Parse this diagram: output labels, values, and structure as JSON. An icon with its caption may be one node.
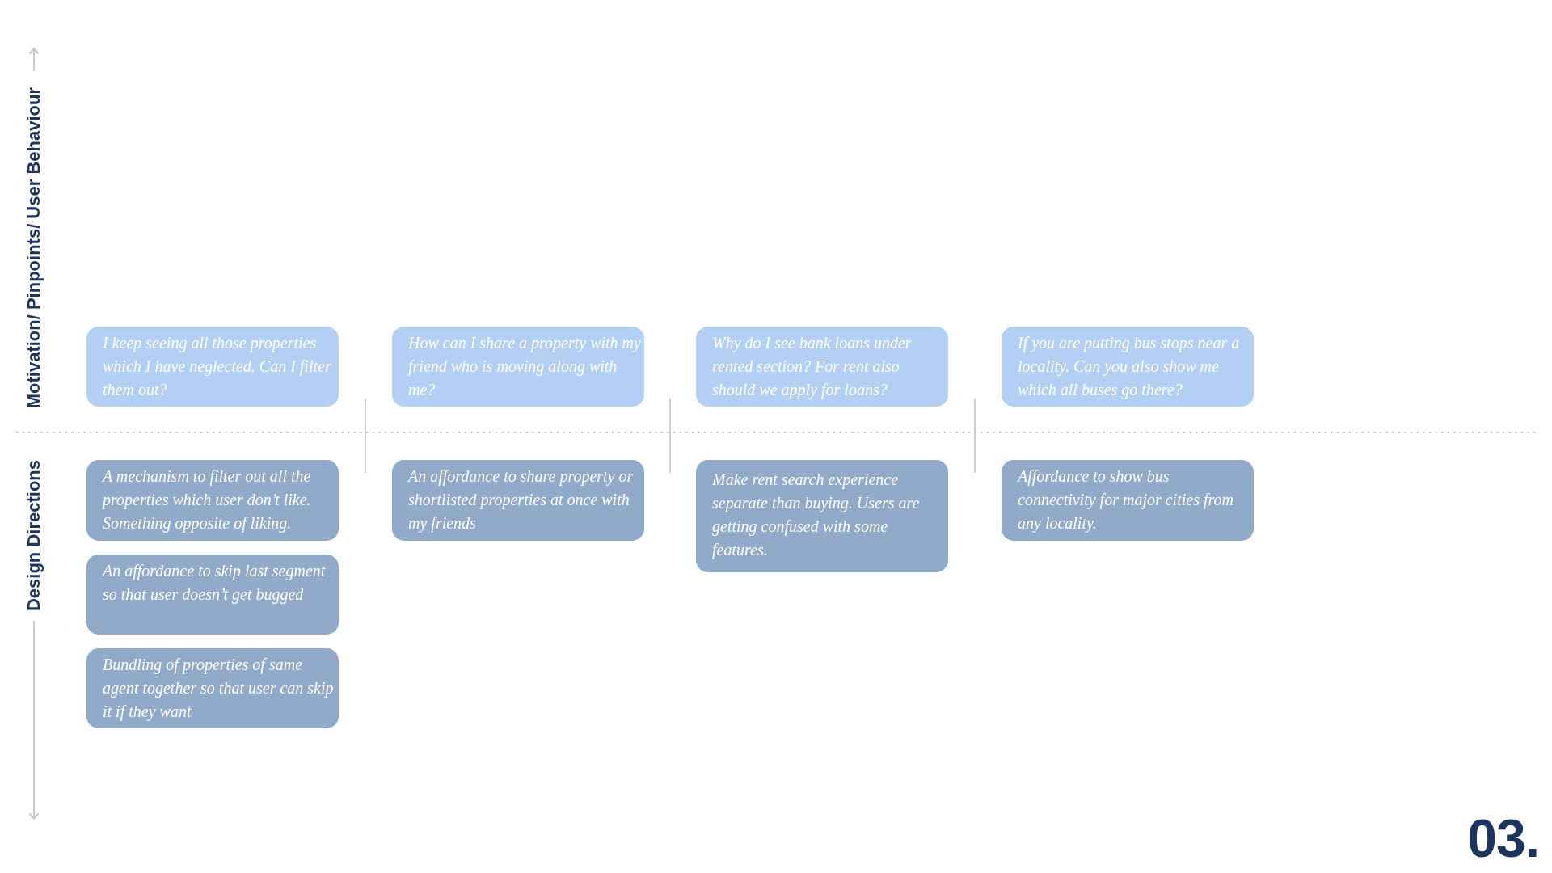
{
  "diagram": {
    "nodes": [
      {
        "text": [
          "I keep seeing all those properties which I have neglected. Can I filter them out?"
        ]
      },
      {
        "text": [
          "A mechanism to filter out all the properties which user don’t like. Something opposite of liking."
        ]
      },
      {
        "text": [
          "An affordance to skip last segment so that user doesn’t get bugged"
        ]
      },
      {
        "text": [
          "Bundling of properties of same agent together so that user can skip it if they want"
        ]
      },
      {
        "text": [
          "How can I share a property with my friend who is moving along with me?"
        ]
      },
      {
        "text": [
          "An affordance to share property or shortlisted properties at once with my friends"
        ]
      },
      {
        "text": [
          "Why do I see bank loans under rented section? For rent also should we apply for loans?"
        ]
      },
      {
        "text": [
          "Make rent search experience separate than buying. Users are getting confused with some features."
        ]
      },
      {
        "text": [
          "If you are putting bus stops near a locality. Can you also show me which all buses go there?"
        ]
      },
      {
        "text": [
          "Affordance to show bus connectivity for major cities from any locality."
        ]
      }
    ],
    "labels": [
      "Motivation/ Pinpoints/ User Behaviour",
      "Design Directions",
      "03."
    ]
  }
}
